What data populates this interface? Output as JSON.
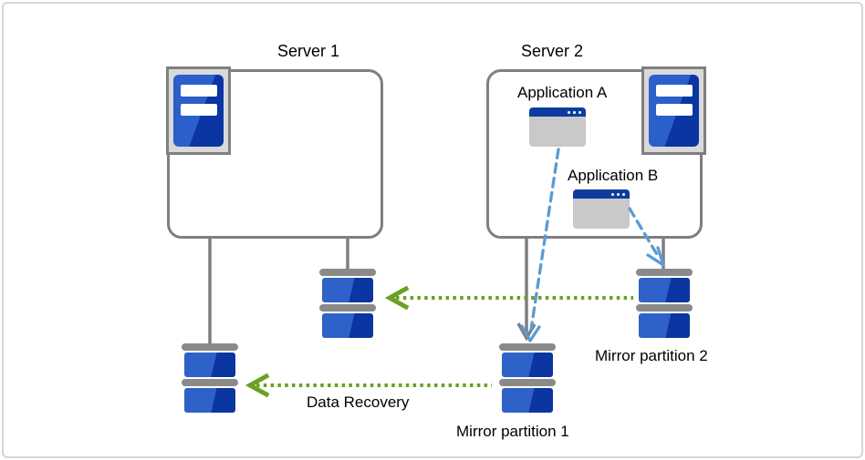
{
  "labels": {
    "server1": "Server 1",
    "server2": "Server 2",
    "application_a": "Application A",
    "application_b": "Application B",
    "mirror_partition_1": "Mirror partition 1",
    "mirror_partition_2": "Mirror partition 2",
    "data_recovery": "Data Recovery"
  },
  "icons": {
    "server": "server-tower-icon",
    "application": "application-window-icon",
    "disk": "disk-partition-icon"
  },
  "colors": {
    "disk_blue_light": "#2F62C8",
    "disk_blue_dark": "#0B35A0",
    "window_titlebar_blue": "#0B3D9E",
    "arrow_blue_dashed": "#5B9BD5",
    "arrow_green_dotted": "#6AA121",
    "line_gray": "#7F7F7F",
    "icon_panel_gray": "#D9D9D9",
    "window_body_gray": "#C9C9C9",
    "outer_border_gray": "#D5D5D5"
  },
  "arrows": [
    {
      "from": "Server 2",
      "to": "Mirror partition 1",
      "style": "solid gray arrow"
    },
    {
      "from": "Application A",
      "to": "Mirror partition 1",
      "style": "blue dashed arrow"
    },
    {
      "from": "Application B",
      "to": "Mirror partition 2",
      "style": "blue dashed arrow"
    },
    {
      "from": "Mirror partition 2",
      "to": "disk under Server 1",
      "style": "green dotted arrow"
    },
    {
      "from": "Mirror partition 1",
      "to": "disk under Server 1",
      "style": "green dotted arrow",
      "label": "Data Recovery"
    }
  ]
}
